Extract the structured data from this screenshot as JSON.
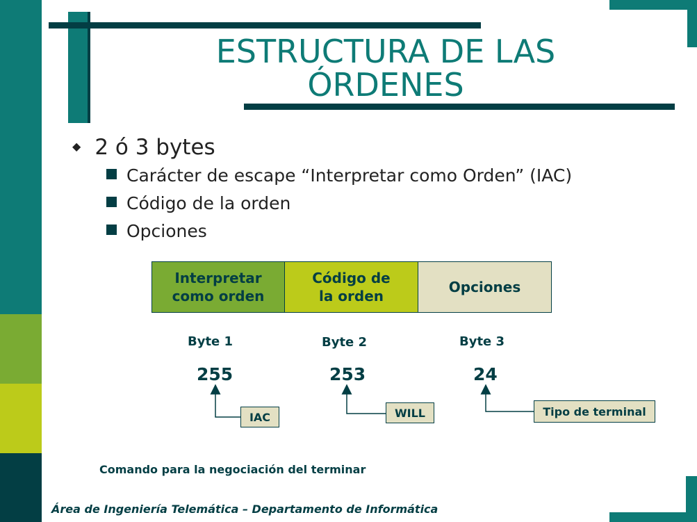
{
  "slide": {
    "title_line1": "ESTRUCTURA DE LAS",
    "title_line2": "ÓRDENES",
    "bullet_main": "2 ó 3 bytes",
    "sub_bullets": [
      "Carácter de escape “Interpretar como Orden” (IAC)",
      "Código de la orden",
      "Opciones"
    ],
    "caption": "Comando para la negociación del terminar",
    "footer": "Área de Ingeniería Telemática – Departamento de Informática"
  },
  "diagram": {
    "cells": [
      {
        "label": "Interpretar\ncomo orden",
        "color": "#7aab33"
      },
      {
        "label": "Código de\nla orden",
        "color": "#bccb1a"
      },
      {
        "label": "Opciones",
        "color": "#e3e0c3"
      }
    ],
    "bytes": [
      {
        "label": "Byte 1",
        "value": "255",
        "callout": "IAC"
      },
      {
        "label": "Byte 2",
        "value": "253",
        "callout": "WILL"
      },
      {
        "label": "Byte 3",
        "value": "24",
        "callout": "Tipo de terminal"
      }
    ]
  },
  "colors": {
    "teal": "#0e7b76",
    "green": "#7aab33",
    "lime": "#bccb1a",
    "dark": "#033e44",
    "beige": "#e3e0c3"
  }
}
